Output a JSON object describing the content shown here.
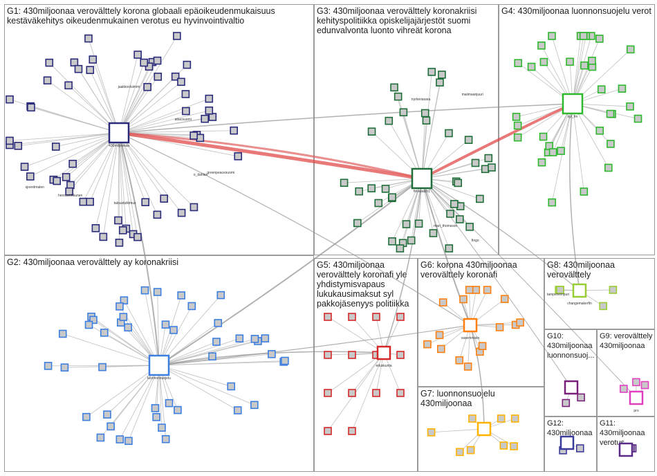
{
  "groups": [
    {
      "id": "G1",
      "title": "G1: 430miljoonaa verovälttely korona globaali epäoikeudenmukaisuus kestäväkehitys oikeudenmukainen verotus eu hyvinvointivaltio",
      "color": "#2a2a7a"
    },
    {
      "id": "G2",
      "title": "G2: 430miljoonaa verovälttely ay koronakriisi",
      "color": "#3d7fe0"
    },
    {
      "id": "G3",
      "title": "G3: 430miljoonaa verovälttely koronakriisi kehityspolitiikka opiskelijajärjestöt suomi edunvalvonta luonto vihreät korona",
      "color": "#1f6e3a"
    },
    {
      "id": "G4",
      "title": "G4: 430miljoonaa luonnonsuojelu verot",
      "color": "#2eb82e"
    },
    {
      "id": "G5",
      "title": "G5: 430miljoonaa verovälttely koronafi yle yhdistymisvapaus lukukausimaksut syl pakkojäsenyys politiikka",
      "color": "#d62728"
    },
    {
      "id": "G6",
      "title": "G6: korona 430miljoonaa verovälttely koronafi",
      "color": "#ff7f0e"
    },
    {
      "id": "G7",
      "title": "G7: luonnonsuojelu 430miljoonaa",
      "color": "#ffb300"
    },
    {
      "id": "G8",
      "title": "G8: 430miljoonaa verovälttely",
      "color": "#9acd32"
    },
    {
      "id": "G9",
      "title": "G9: verovälttely 430miljoonaa",
      "color": "#e040c0"
    },
    {
      "id": "G10",
      "title": "G10: 430miljoonaa luonnonsuoj...",
      "color": "#7a1f7a"
    },
    {
      "id": "G11",
      "title": "G11: 430miljoonaa verotus",
      "color": "#5a2a8a"
    },
    {
      "id": "G12",
      "title": "G12: 430miljoonaa",
      "color": "#3a3a9a"
    }
  ],
  "labels": [
    {
      "text": "430miljoonaa",
      "group": "G1"
    },
    {
      "text": "greenpeacesuomi",
      "group": "G1"
    },
    {
      "text": "attacsuomi",
      "group": "G1"
    },
    {
      "text": "finnwatch1",
      "group": "G3"
    },
    {
      "text": "fingo",
      "group": "G3"
    },
    {
      "text": "syl_fm",
      "group": "G4"
    },
    {
      "text": "luonnonsuojelu",
      "group": "G2"
    },
    {
      "text": "changemakerfin",
      "group": "G8"
    },
    {
      "text": "pro",
      "group": "G9"
    },
    {
      "text": "o_dahlan",
      "group": "G1"
    },
    {
      "text": "taloustutkimus",
      "group": "G1"
    },
    {
      "text": "vasemmisto",
      "group": "G6"
    },
    {
      "text": "eduskunta",
      "group": "G5"
    },
    {
      "text": "mari_thomsson",
      "group": "G3"
    },
    {
      "text": "maiimaanjuuri",
      "group": "G3"
    },
    {
      "text": "tampereenpuri",
      "group": "G8"
    },
    {
      "text": "nyrkeriasara",
      "group": "G3"
    },
    {
      "text": "jaakkoolsimmi",
      "group": "G1"
    },
    {
      "text": "sjoerdmalen",
      "group": "G1"
    },
    {
      "text": "hennavirkkunen",
      "group": "G1"
    }
  ]
}
